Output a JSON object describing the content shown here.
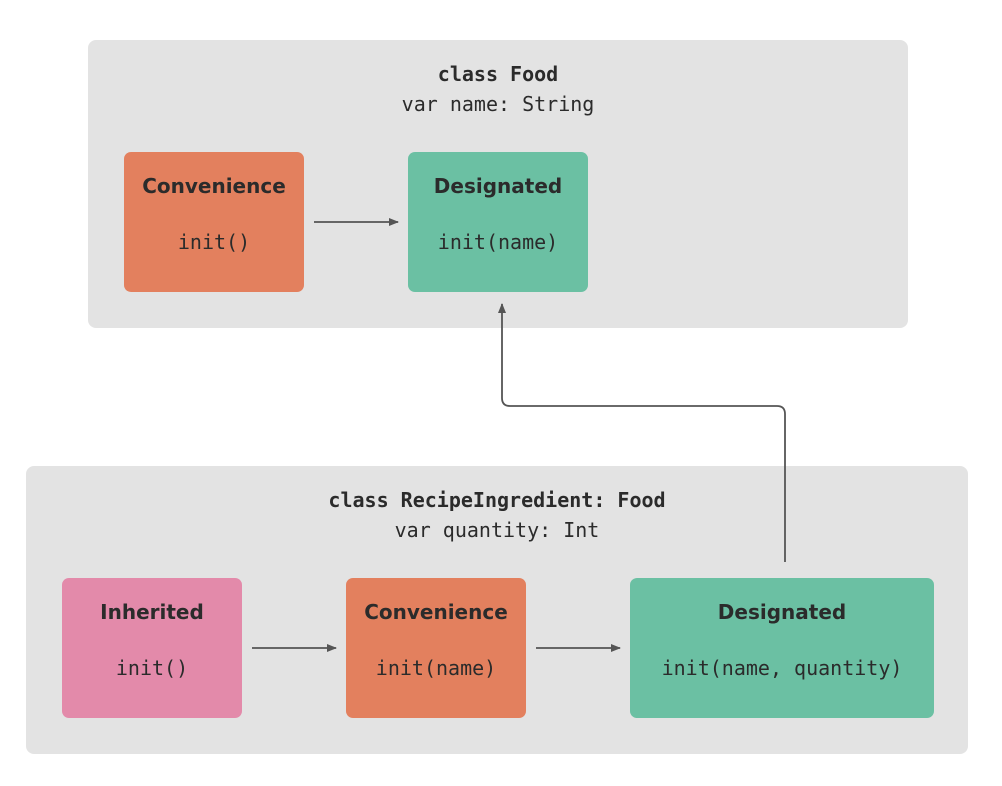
{
  "food_class": {
    "title": "class Food",
    "property": "var name: String",
    "convenience": {
      "kind": "Convenience",
      "signature": "init()"
    },
    "designated": {
      "kind": "Designated",
      "signature": "init(name)"
    }
  },
  "recipe_class": {
    "title": "class RecipeIngredient: Food",
    "property": "var quantity: Int",
    "inherited": {
      "kind": "Inherited",
      "signature": "init()"
    },
    "convenience": {
      "kind": "Convenience",
      "signature": "init(name)"
    },
    "designated": {
      "kind": "Designated",
      "signature": "init(name, quantity)"
    }
  },
  "colors": {
    "convenience": "#e3805e",
    "designated": "#6bc0a3",
    "inherited": "#e38aaa",
    "panel": "#e3e3e3",
    "arrow": "#555555"
  }
}
